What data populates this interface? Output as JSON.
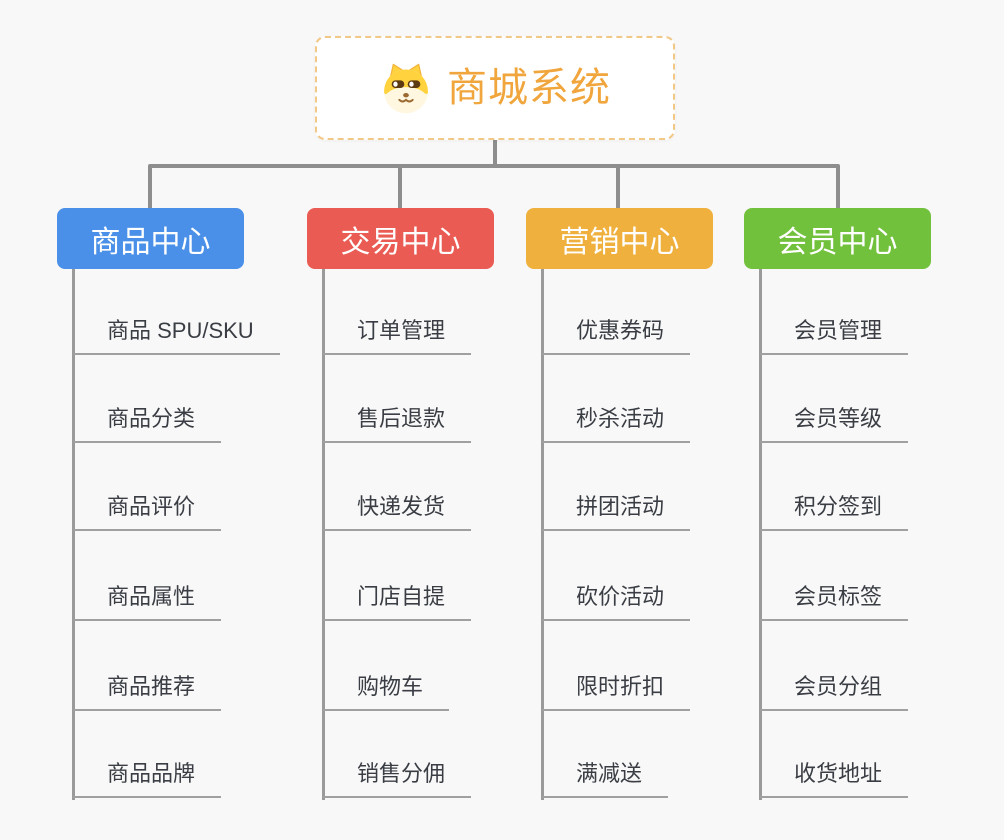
{
  "root": {
    "title": "商城系统",
    "icon": "dog-face-icon",
    "title_color": "#F0A63C",
    "border_color": "#F2C887"
  },
  "branches": [
    {
      "label": "商品中心",
      "color": "#4A90E8",
      "children": [
        "商品 SPU/SKU",
        "商品分类",
        "商品评价",
        "商品属性",
        "商品推荐",
        "商品品牌"
      ]
    },
    {
      "label": "交易中心",
      "color": "#EA5B53",
      "children": [
        "订单管理",
        "售后退款",
        "快递发货",
        "门店自提",
        "购物车",
        "销售分佣"
      ]
    },
    {
      "label": "营销中心",
      "color": "#EFB03E",
      "children": [
        "优惠券码",
        "秒杀活动",
        "拼团活动",
        "砍价活动",
        "限时折扣",
        "满减送"
      ]
    },
    {
      "label": "会员中心",
      "color": "#72C13D",
      "children": [
        "会员管理",
        "会员等级",
        "积分签到",
        "会员标签",
        "会员分组",
        "收货地址"
      ]
    }
  ],
  "colors": {
    "background": "#F8F8F8",
    "connector_line": "#8E8E8E",
    "leaf_text": "#3A3E44",
    "leaf_underline": "#A0A0A0",
    "header_text": "#FFFFFF"
  }
}
